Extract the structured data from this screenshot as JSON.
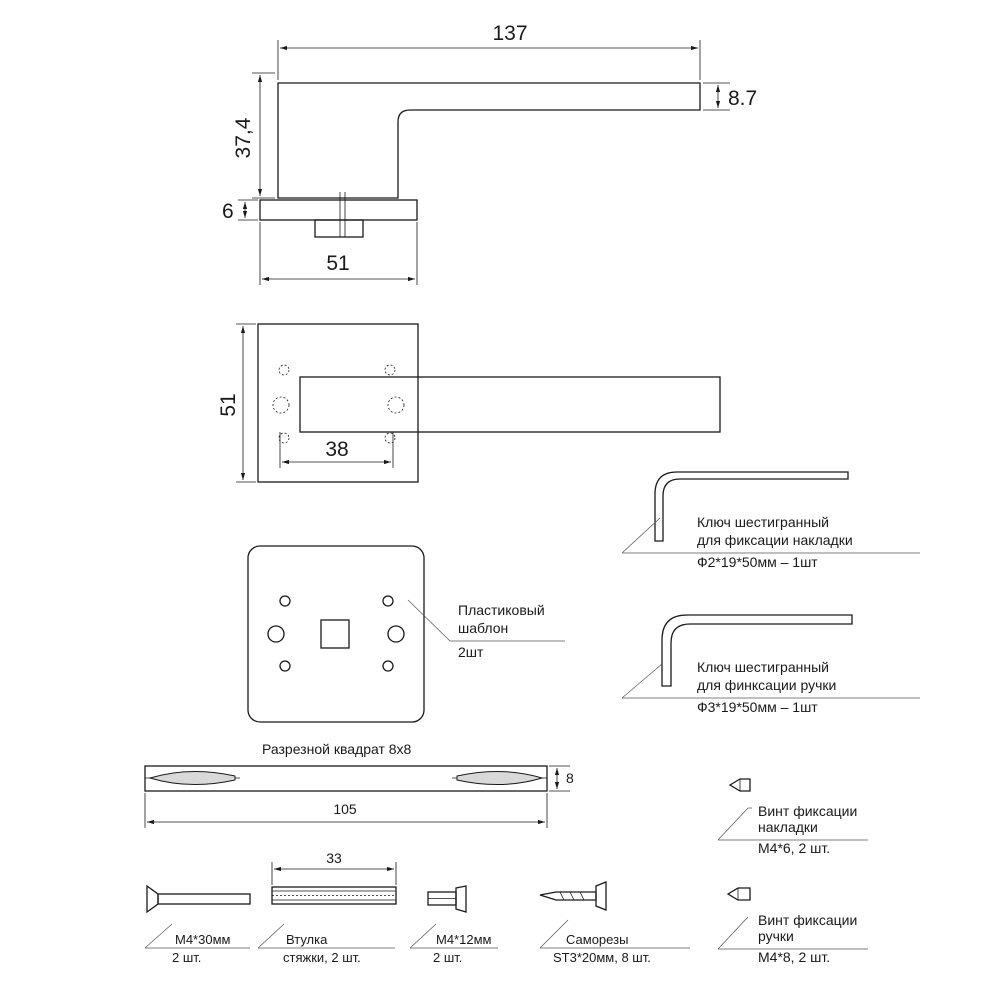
{
  "dimensions": {
    "d137": "137",
    "d87": "8.7",
    "d374": "37,4",
    "d6": "6",
    "d51_top": "51",
    "d51_left": "51",
    "d38": "38",
    "d8": "8",
    "d105": "105",
    "d33": "33"
  },
  "hex_key_plate": {
    "line1": "Ключ шестигранный",
    "line2": "для фиксации накладки",
    "line3": "Ф2*19*50мм – 1шт"
  },
  "hex_key_handle": {
    "line1": "Ключ шестигранный",
    "line2": "для финксации ручки",
    "line3": "Ф3*19*50мм – 1шт"
  },
  "template": {
    "line1": "Пластиковый",
    "line2": "шаблон",
    "line3": "2шт"
  },
  "split_square": {
    "title": "Разрезной квадрат 8х8"
  },
  "screw_plate": {
    "line1": "Винт фиксации",
    "line2": "накладки",
    "line3": "M4*6, 2 шт."
  },
  "screw_handle": {
    "line1": "Винт фиксации",
    "line2": "ручки",
    "line3": "M4*8, 2 шт."
  },
  "bolt_30": {
    "line1": "M4*30мм",
    "line2": "2 шт."
  },
  "bushing": {
    "line1": "Втулка",
    "line2": "стяжки, 2 шт."
  },
  "bolt_12": {
    "line1": "M4*12мм",
    "line2": "2 шт."
  },
  "wood_screws": {
    "line1": "Саморезы",
    "line2": "ST3*20мм, 8 шт."
  }
}
